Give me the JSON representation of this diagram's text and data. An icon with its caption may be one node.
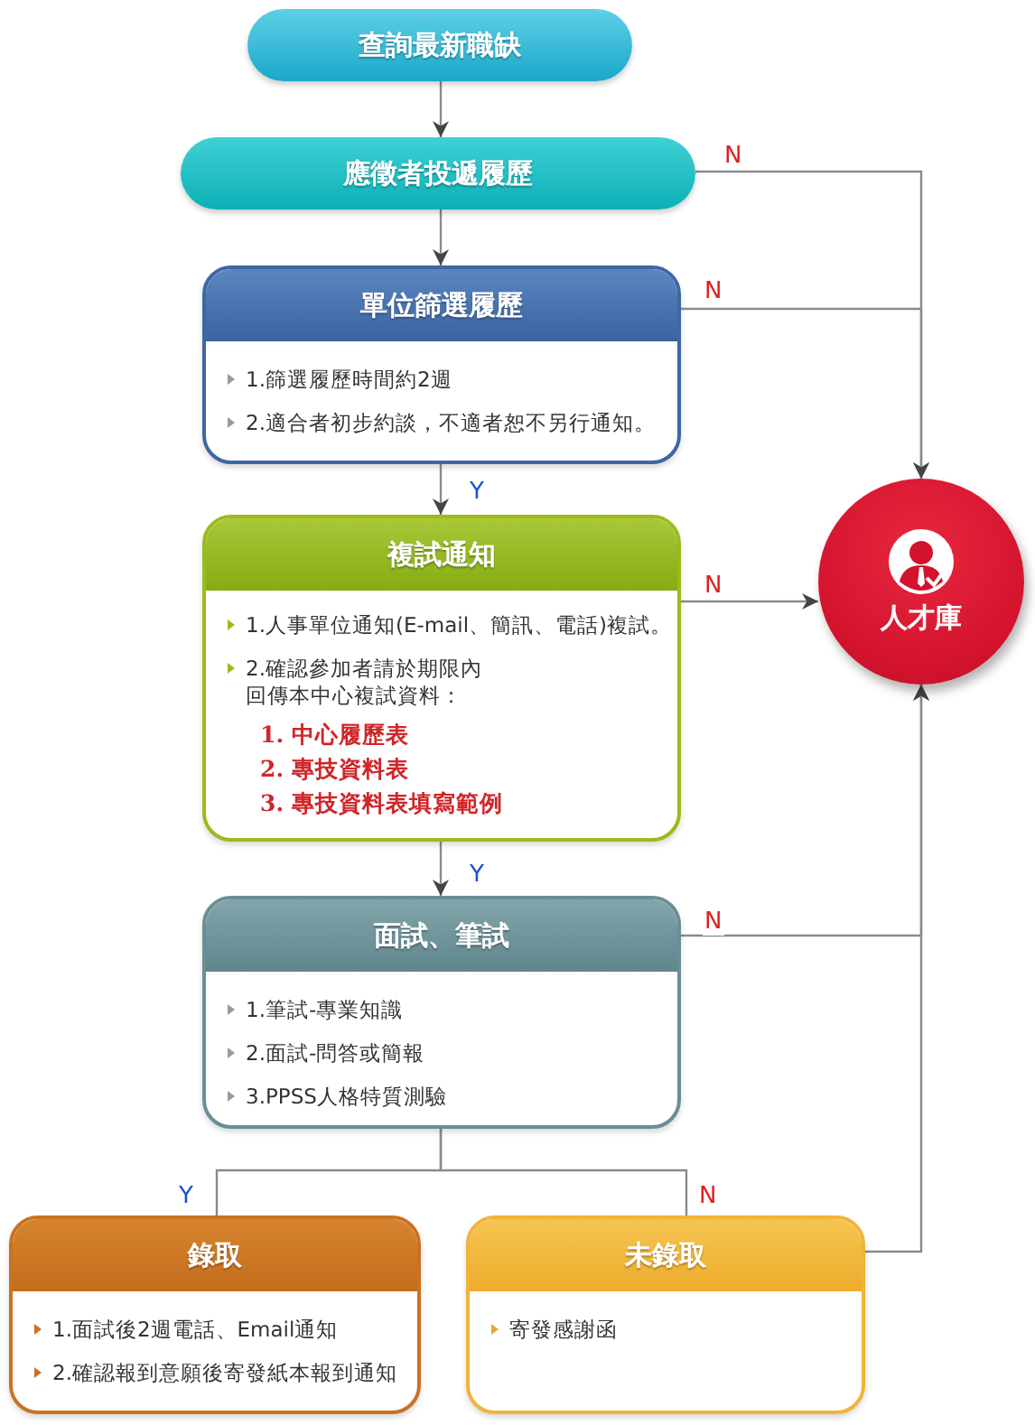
{
  "diagram": {
    "nodes": [
      {
        "text": [
          "查詢最新職缺"
        ]
      },
      {
        "text": [
          "應徵者投遞履歷"
        ]
      },
      {
        "text": [
          "單位篩選履歷",
          "1.篩選履歷時間約2週",
          "2.適合者初步約談，不適者恕不另行通知。"
        ]
      },
      {
        "text": [
          "複試通知",
          "1.人事單位通知(E-mail、簡訊、電話)複試。",
          "2.確認參加者請於期限內回傳本中心複試資料：",
          "1. 中心履歷表",
          "2. 專技資料表",
          "3. 專技資料表填寫範例"
        ]
      },
      {
        "text": [
          "面試、筆試",
          "1.筆試-專業知識",
          "2.面試-問答或簡報",
          "3.PPSS人格特質測驗"
        ]
      },
      {
        "text": [
          "錄取",
          "1.面試後2週電話、Email通知",
          "2.確認報到意願後寄發紙本報到通知"
        ]
      },
      {
        "text": [
          "未錄取",
          "寄發感謝函"
        ]
      },
      {
        "text": [
          "人才庫"
        ]
      }
    ],
    "edges": [
      {
        "from": 0,
        "to": 1,
        "arrow": "to"
      },
      {
        "from": 1,
        "to": 2,
        "arrow": "to"
      },
      {
        "from": 2,
        "to": 3,
        "arrow": "to",
        "label": "Y"
      },
      {
        "from": 3,
        "to": 4,
        "arrow": "to",
        "label": "Y"
      },
      {
        "from": 4,
        "to": 5,
        "arrow": "none",
        "label": "Y"
      },
      {
        "from": 4,
        "to": 6,
        "arrow": "none",
        "label": "N"
      },
      {
        "from": 1,
        "to": 7,
        "arrow": "to",
        "label": "N"
      },
      {
        "from": 2,
        "to": 7,
        "arrow": "to",
        "label": "N"
      },
      {
        "from": 3,
        "to": 7,
        "arrow": "to",
        "label": "N"
      },
      {
        "from": 4,
        "to": 7,
        "arrow": "to",
        "label": "N"
      },
      {
        "from": 6,
        "to": 7,
        "arrow": "to"
      }
    ]
  }
}
